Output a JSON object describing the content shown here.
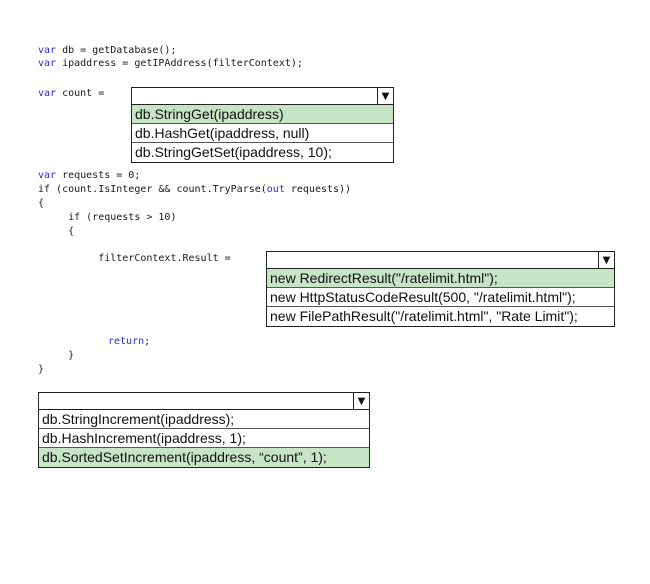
{
  "code": {
    "line1_kw": "var",
    "line1_rest": " db = getDatabase();",
    "line2_kw": "var",
    "line2_rest": " ipaddress = getIPAddress(filterContext);",
    "line3_kw": "var",
    "line3_rest": " count =",
    "line4_kw": "var",
    "line4_rest": " requests = 0;",
    "line5_a": "if (count.IsInteger && count.TryParse(",
    "line5_kw": "out",
    "line5_b": " requests))",
    "line6": "{",
    "line7": "     if (requests > 10)",
    "line8": "     {",
    "line9": "          filterContext.Result =",
    "line10_kw": "return",
    "line10_rest": ";",
    "line11": "     }",
    "line12": "}"
  },
  "dropdown_count": {
    "arrow": "▼",
    "options": [
      {
        "label": "db.StringGet(ipaddress)",
        "selected": true
      },
      {
        "label": "db.HashGet(ipaddress, null)",
        "selected": false
      },
      {
        "label": "db.StringGetSet(ipaddress, 10);",
        "selected": false
      }
    ]
  },
  "dropdown_result": {
    "arrow": "▼",
    "options": [
      {
        "label": "new RedirectResult(\"/ratelimit.html\");",
        "selected": true
      },
      {
        "label": "new HttpStatusCodeResult(500, \"/ratelimit.html\");",
        "selected": false
      },
      {
        "label": "new FilePathResult(\"/ratelimit.html\", \"Rate Limit\");",
        "selected": false
      }
    ]
  },
  "dropdown_increment": {
    "arrow": "▼",
    "options": [
      {
        "label": "db.StringIncrement(ipaddress);",
        "selected": false
      },
      {
        "label": "db.HashIncrement(ipaddress, 1);",
        "selected": false
      },
      {
        "label": "db.SortedSetIncrement(ipaddress, “count”, 1);",
        "selected": true
      }
    ]
  }
}
